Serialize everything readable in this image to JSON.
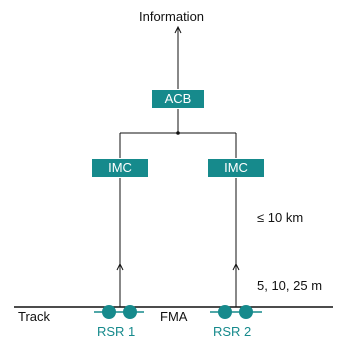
{
  "colors": {
    "box_fill": "#168a8c",
    "accent_text": "#168a8c",
    "line": "#111111"
  },
  "top_label": "Information",
  "acb": {
    "label": "ACB"
  },
  "imc_left": {
    "label": "IMC"
  },
  "imc_right": {
    "label": "IMC"
  },
  "distance_upper": "≤ 10 km",
  "distance_lower": "5, 10, 25 m",
  "track_label": "Track",
  "fma_label": "FMA",
  "rsr_left": {
    "label": "RSR 1"
  },
  "rsr_right": {
    "label": "RSR 2"
  }
}
